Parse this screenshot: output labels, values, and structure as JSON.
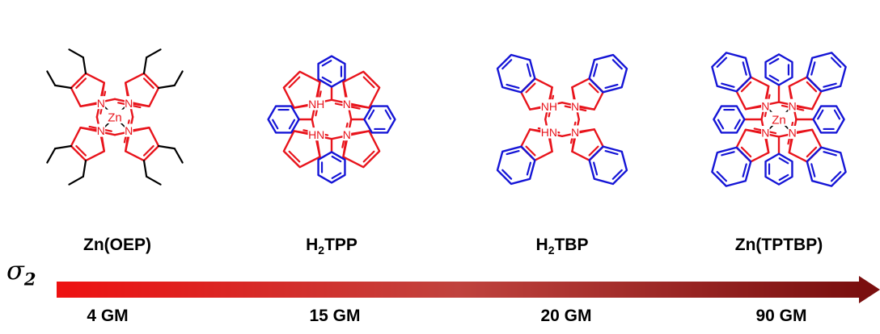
{
  "colors": {
    "core": "#e8141c",
    "substituent": "#1515d6",
    "alkyl": "#000000",
    "arrow_start": "#ee1111",
    "arrow_mid": "#c0433e",
    "arrow_end": "#7a0f0f"
  },
  "compounds": [
    {
      "id": "zn-oep",
      "name_main": "Zn(OEP)",
      "name_sub": "",
      "name_tail": "",
      "sigma2": "4 GM",
      "metal": "Zn",
      "core_color": "#e8141c",
      "benzo": false,
      "meso_phenyl": false,
      "ethyl": true
    },
    {
      "id": "h2-tpp",
      "name_main": "H",
      "name_sub": "2",
      "name_tail": "TPP",
      "sigma2": "15 GM",
      "metal": "",
      "core_color": "#e8141c",
      "benzo": false,
      "meso_phenyl": true,
      "ethyl": false
    },
    {
      "id": "h2-tbp",
      "name_main": "H",
      "name_sub": "2",
      "name_tail": "TBP",
      "sigma2": "20 GM",
      "metal": "",
      "core_color": "#e8141c",
      "benzo": true,
      "meso_phenyl": false,
      "ethyl": false
    },
    {
      "id": "zn-tptbp",
      "name_main": "Zn(TPTBP)",
      "name_sub": "",
      "name_tail": "",
      "sigma2": "90 GM",
      "metal": "Zn",
      "core_color": "#e8141c",
      "benzo": true,
      "meso_phenyl": true,
      "ethyl": false
    }
  ],
  "atoms": {
    "nitrogen": "N",
    "nh": "NH",
    "hn": "HN",
    "metal": "Zn"
  },
  "sigma": {
    "symbol": "σ",
    "sub": "2"
  }
}
